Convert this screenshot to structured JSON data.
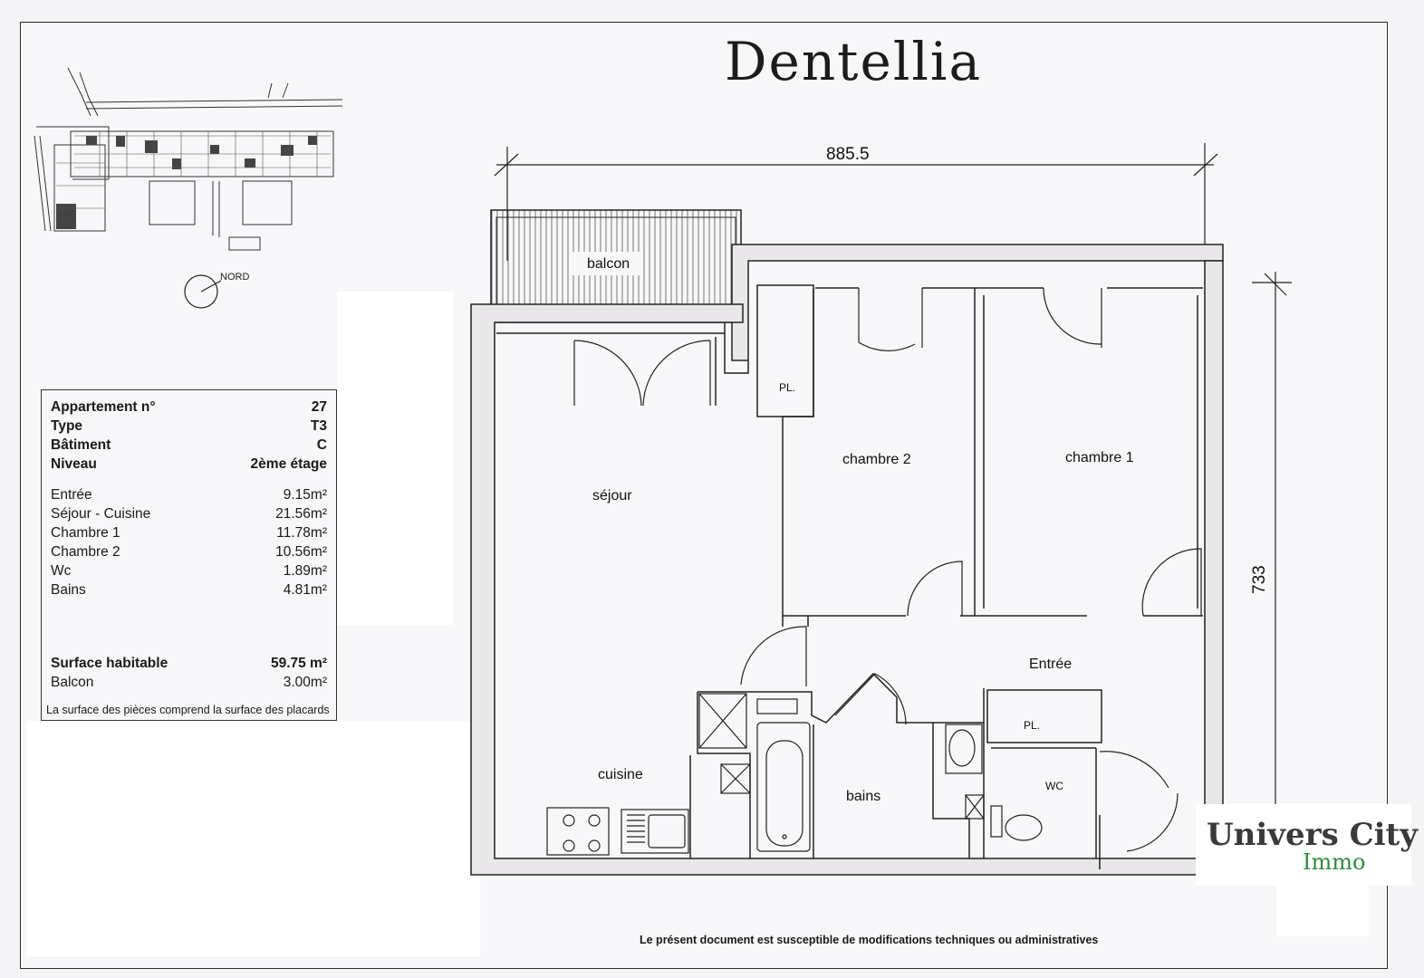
{
  "title": "Dentellia",
  "site_plan": {
    "north_label": "NORD"
  },
  "info": {
    "header": [
      {
        "label": "Appartement n°",
        "value": "27"
      },
      {
        "label": "Type",
        "value": "T3"
      },
      {
        "label": "Bâtiment",
        "value": "C"
      },
      {
        "label": "Niveau",
        "value": "2ème étage"
      }
    ],
    "rooms": [
      {
        "label": "Entrée",
        "value": "9.15m²"
      },
      {
        "label": "Séjour - Cuisine",
        "value": "21.56m²"
      },
      {
        "label": "Chambre 1",
        "value": "11.78m²"
      },
      {
        "label": "Chambre 2",
        "value": "10.56m²"
      },
      {
        "label": "Wc",
        "value": "1.89m²"
      },
      {
        "label": "Bains",
        "value": "4.81m²"
      }
    ],
    "totals": [
      {
        "label": "Surface habitable",
        "value": "59.75 m²"
      },
      {
        "label": "Balcon",
        "value": "3.00m²"
      }
    ],
    "note": "La surface des pièces comprend la surface des placards"
  },
  "plan": {
    "width_dimension": "885.5",
    "height_dimension": "733",
    "rooms": {
      "balcon": "balcon",
      "sejour": "séjour",
      "cuisine": "cuisine",
      "chambre2": "chambre 2",
      "chambre1": "chambre 1",
      "entree": "Entrée",
      "bains": "bains",
      "wc": "WC",
      "placard1": "PL.",
      "placard2": "PL."
    }
  },
  "footer": "Le présent document est susceptible de modifications techniques ou administratives",
  "logo": {
    "main": "Univers City",
    "sub": "Immo"
  },
  "colors": {
    "ink": "#1a1a1a",
    "wall": "#e9e7ea",
    "logo_green": "#2e8b3e"
  }
}
